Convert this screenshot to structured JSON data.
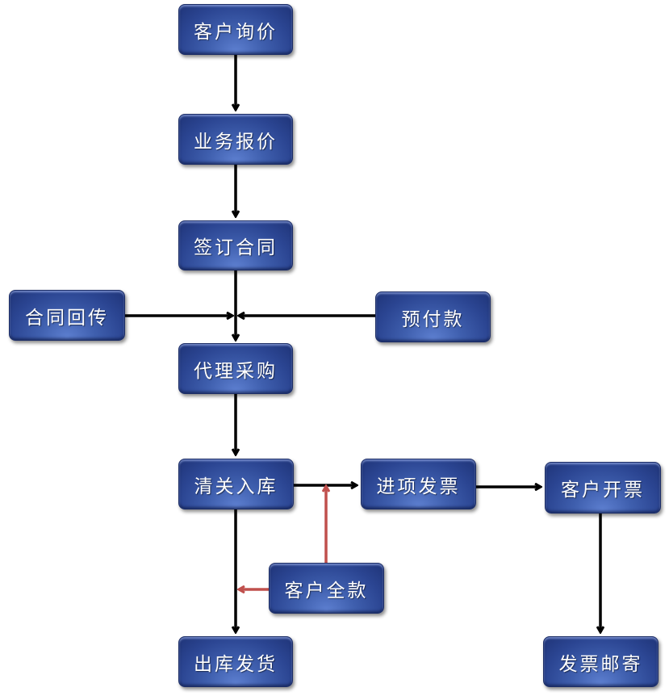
{
  "nodes": {
    "inquiry": "客户询价",
    "quote": "业务报价",
    "contract": "签订合同",
    "contract_return": "合同回传",
    "prepayment": "预付款",
    "purchase": "代理采购",
    "customs": "清关入库",
    "input_invoice": "进项发票",
    "customer_invoice": "客户开票",
    "full_payment": "客户全款",
    "shipping": "出库发货",
    "invoice_mail": "发票邮寄"
  },
  "colors": {
    "node_fill": "#2f4a98",
    "arrow_main": "#000000",
    "arrow_payment": "#c0504d"
  }
}
